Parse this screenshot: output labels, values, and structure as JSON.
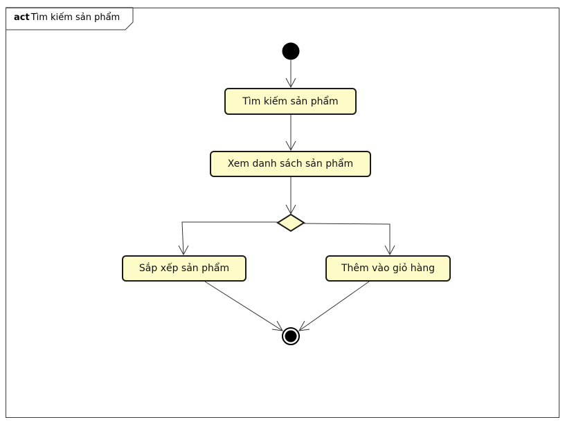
{
  "frame": {
    "keyword": "act",
    "name": "Tìm kiếm sản phẩm"
  },
  "nodes": {
    "initial": "initial-node",
    "search_products": "Tìm kiếm sản phẩm",
    "view_product_list": "Xem danh sách sản phẩm",
    "decision": "decision-node",
    "sort_products": "Sắp xếp sản phẩm",
    "add_to_cart": "Thêm vào giỏ hàng",
    "final": "activity-final-node"
  },
  "colors": {
    "action_fill": "#fdfcc8",
    "decision_fill": "#fdfcc8",
    "stroke": "#1a1a1a"
  }
}
